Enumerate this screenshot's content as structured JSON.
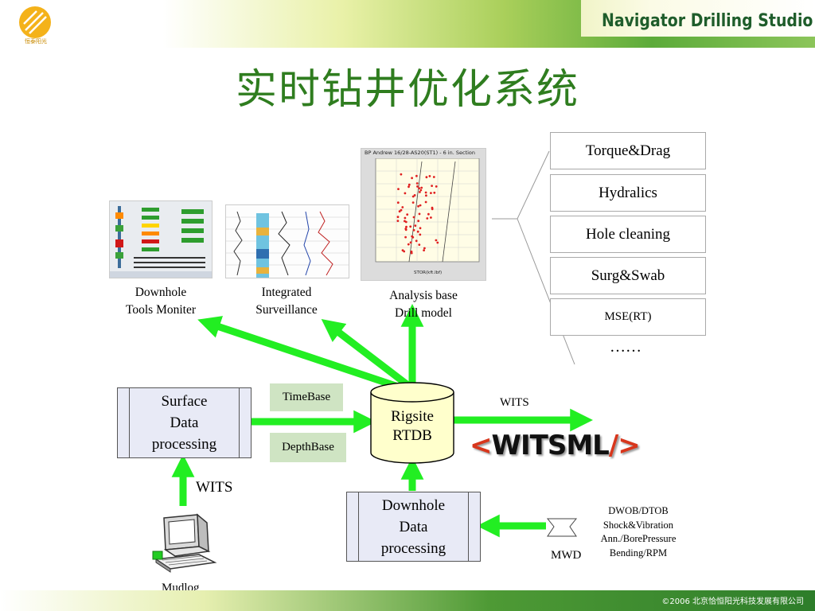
{
  "header": {
    "logo_text": "恒泰阳光",
    "brand": "Navigator Drilling Studio",
    "title": "实时钻井优化系统"
  },
  "thumbnails": {
    "analysis_chart_title": "BP Andrew 16/28-AS20(ST1) - 6 in. Section",
    "analysis_xlabel": "STOR(kft.lbf)"
  },
  "captions": {
    "downhole_tools": [
      "Downhole",
      "Tools Moniter"
    ],
    "integrated": [
      "Integrated",
      "Surveillance"
    ],
    "analysis": [
      "Analysis base",
      "Drill model"
    ]
  },
  "models": {
    "items": [
      "Torque&Drag",
      "Hydralics",
      "Hole cleaning",
      "Surg&Swab",
      "MSE(RT)"
    ],
    "ellipsis": "……"
  },
  "nodes": {
    "surface": [
      "Surface",
      "Data",
      "processing"
    ],
    "rtdb": [
      "Rigsite",
      "RTDB"
    ],
    "downhole": [
      "Downhole",
      "Data",
      "processing"
    ],
    "timebase": "TimeBase",
    "depthbase": "DepthBase",
    "wits_right": "WITS",
    "wits_left": "WITS",
    "witsml_lt": "<",
    "witsml_text": "WITSML",
    "witsml_slash": "/",
    "witsml_gt": ">",
    "mudlog": "Mudlog",
    "mwd": "MWD"
  },
  "mwd_params": [
    "DWOB/DTOB",
    "Shock&Vibration",
    "Ann./BorePressure",
    "Bending/RPM"
  ],
  "footer": {
    "copyright": "©2006  北京恰恒阳光科技发展有限公司"
  },
  "colors": {
    "arrow_green": "#22ee22",
    "title_green": "#2f7d1f",
    "brand_green": "#1f5d2b",
    "box_fill": "#e8eaf6",
    "label_fill": "#cfe4c3",
    "rtdb_fill": "#ffffcc"
  }
}
